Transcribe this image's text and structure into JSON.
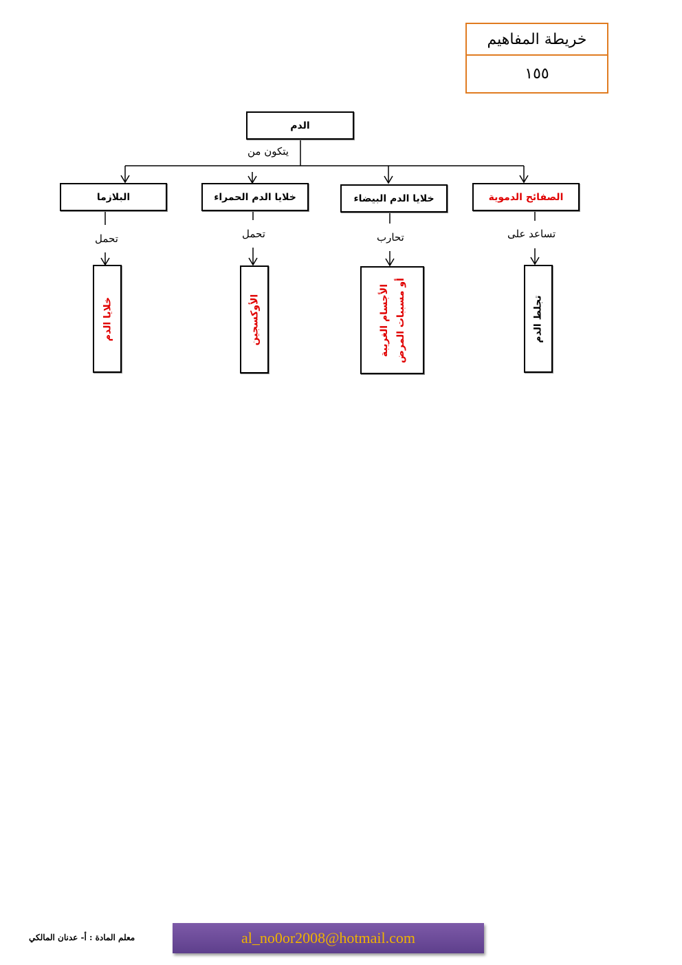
{
  "header": {
    "title": "خريطة المفاهيم",
    "page_number": "١٥٥"
  },
  "map": {
    "root": "الدم",
    "root_link": "يتكون من",
    "branches": [
      {
        "label": "الصفائح الدموية",
        "link": "تساعد على",
        "result": "تجلط الدم"
      },
      {
        "label": "خلايا الدم البيضاء",
        "link": "تحارب",
        "result_line1": "الأجسام الغريبة",
        "result_line2": "أو مسببات المرض"
      },
      {
        "label": "خلايا الدم الحمراء",
        "link": "تحمل",
        "result": "الأوكسجين"
      },
      {
        "label": "البلازما",
        "link": "تحمل",
        "result": "خلايا الدم"
      }
    ],
    "colors": {
      "highlight": "#e00000",
      "border": "#000000",
      "title_border": "#e07b20"
    }
  },
  "footer": {
    "teacher": "معلم المادة : أ- عدنان المالكي",
    "email": "al_no0or2008@hotmail.com"
  }
}
